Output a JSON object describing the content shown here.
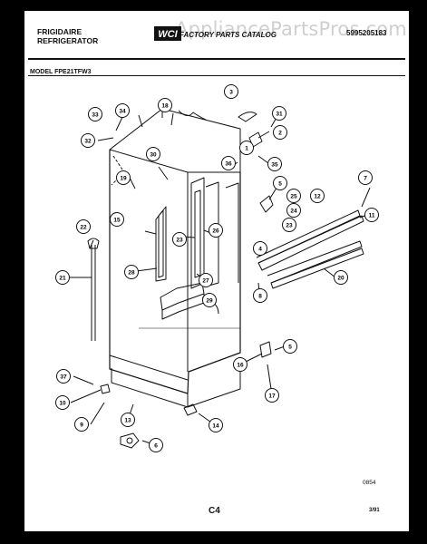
{
  "header": {
    "brand_line1": "FRIGIDAIRE",
    "brand_line2": "REFRIGERATOR",
    "catalog_title": "FACTORY PARTS CATALOG",
    "part_number": "5995205183",
    "model_label": "MODEL FPE21TFW3"
  },
  "watermark": "AppliancePartsPros.com",
  "logo_text": "WCI",
  "footer": {
    "code": "0854",
    "page": "C4",
    "date": "3/91"
  },
  "callouts": [
    "1",
    "2",
    "3",
    "4",
    "5",
    "5",
    "6",
    "7",
    "8",
    "9",
    "10",
    "11",
    "12",
    "13",
    "14",
    "15",
    "16",
    "17",
    "18",
    "19",
    "20",
    "21",
    "22",
    "23",
    "23",
    "24",
    "25",
    "26",
    "27",
    "28",
    "29",
    "30",
    "31",
    "32",
    "33",
    "34",
    "35",
    "36",
    "37"
  ],
  "colors": {
    "background": "#000000",
    "page": "#ffffff",
    "ink": "#111111",
    "watermark": "#cfcfcf"
  }
}
